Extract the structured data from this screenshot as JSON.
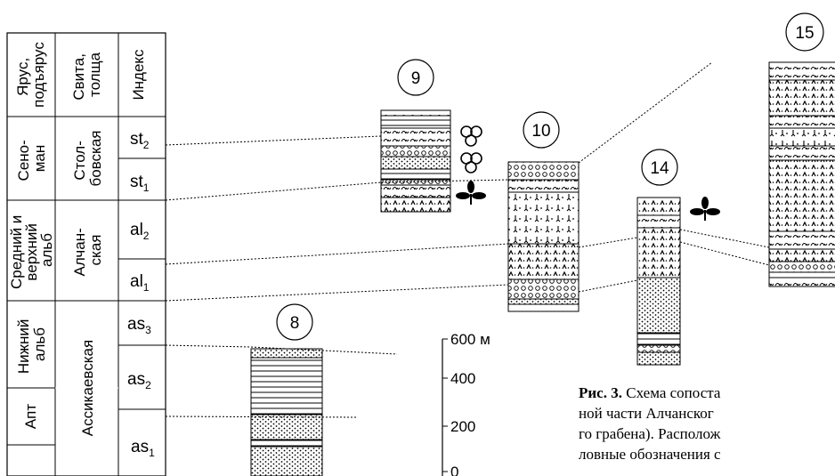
{
  "headers": {
    "stage": [
      "Ярус,",
      "подъярус"
    ],
    "formation": [
      "Свита,",
      "толща"
    ],
    "index": "Индекс"
  },
  "stages": {
    "cenoman": [
      "Сено-",
      "ман"
    ],
    "alb_mid_upper": [
      "Средний и",
      "верхний",
      "альб"
    ],
    "alb_lower": [
      "Нижний",
      "альб"
    ],
    "apt": "Апт"
  },
  "formations": {
    "stolbovskaya": [
      "Стол-",
      "бовская"
    ],
    "alchanskaya": [
      "Алчан-",
      "ская"
    ],
    "assikaevskaya": "Ассикаевская"
  },
  "indices": {
    "st2": {
      "base": "st",
      "sub": "2"
    },
    "st1": {
      "base": "st",
      "sub": "1"
    },
    "al2": {
      "base": "al",
      "sub": "2"
    },
    "al1": {
      "base": "al",
      "sub": "1"
    },
    "as3": {
      "base": "as",
      "sub": "3"
    },
    "as2": {
      "base": "as",
      "sub": "2"
    },
    "as1": {
      "base": "as",
      "sub": "1"
    }
  },
  "columns": {
    "c8": "8",
    "c9": "9",
    "c10": "10",
    "c14": "14",
    "c15": "15"
  },
  "scale": {
    "top": "600 м",
    "t400": "400",
    "t200": "200",
    "t0": "0"
  },
  "caption": {
    "line1_bold": "Рис. 3.",
    "line1": " Схема сопоста",
    "line2": "ной части Алчанског",
    "line3": "го грабена). Располож",
    "line4": "ловные обозначения с"
  }
}
